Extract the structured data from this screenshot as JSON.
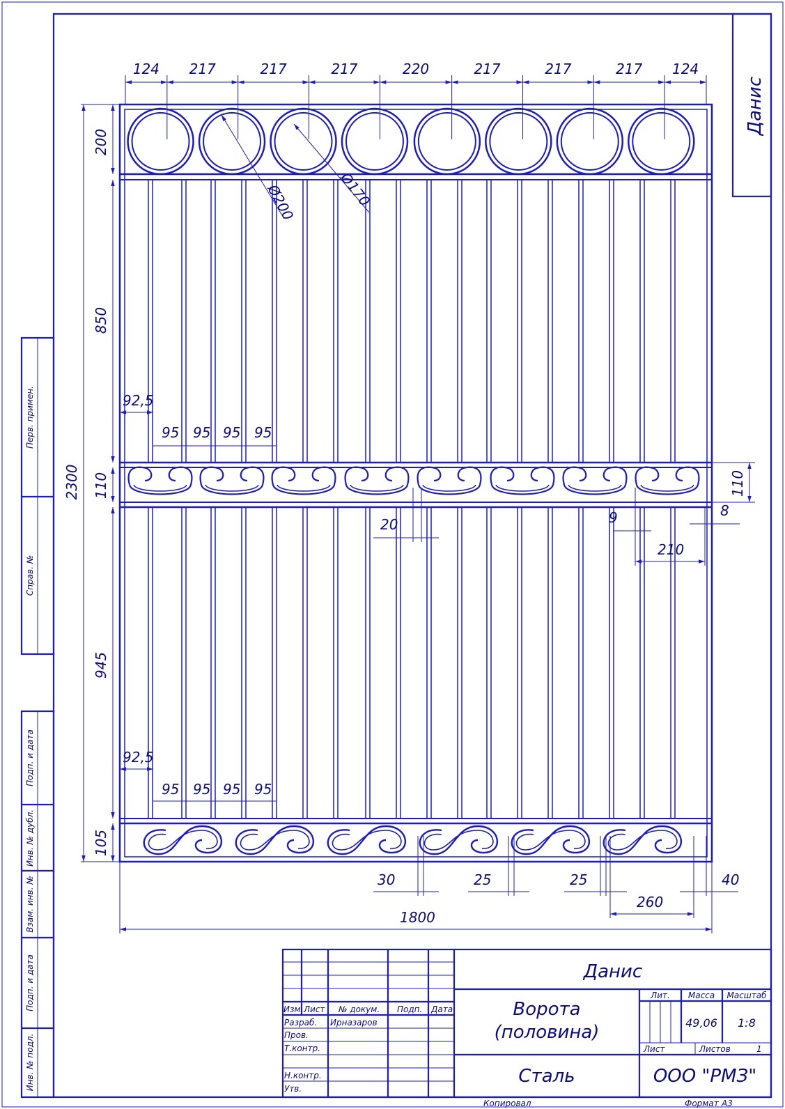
{
  "colors": {
    "line": "#1a1ad4",
    "text": "#0a0a8c",
    "paper": "#ffffff"
  },
  "top_dims": [
    "124",
    "217",
    "217",
    "217",
    "220",
    "217",
    "217",
    "217",
    "124"
  ],
  "dims": {
    "h_top": "200",
    "h_upper": "850",
    "h_mid_left": "110",
    "h_mid_right": "110",
    "h_lower": "945",
    "h_bottom": "105",
    "h_total": "2300",
    "ring_outer": "Ø200",
    "ring_inner": "Ø170",
    "upper_offset": "92,5",
    "upper_spacing": [
      "95",
      "95",
      "95",
      "95"
    ],
    "lower_offset": "92,5",
    "lower_spacing": [
      "95",
      "95",
      "95",
      "95"
    ],
    "mid_gap": "20",
    "mid_9": "9",
    "mid_8": "8",
    "mid_210": "210",
    "bot_30": "30",
    "bot_25a": "25",
    "bot_25b": "25",
    "bot_260": "260",
    "bot_40": "40",
    "width_total": "1800"
  },
  "corner_stamp": "Данис",
  "side_labels": {
    "perv": "Перв. примен.",
    "sprav": "Справ. №",
    "podp1": "Подп. и дата",
    "inv_dubl": "Инв. № дубл.",
    "vzam": "Взам. инв. №",
    "podp2": "Подп. и дата",
    "inv_podl": "Инв. № подл."
  },
  "title_block": {
    "designation": "Данис",
    "name_line1": "Ворота",
    "name_line2": "(половина)",
    "material": "Сталь",
    "company": "ООО \"РМЗ\"",
    "lit_label": "Лит.",
    "mass_label": "Масса",
    "scale_label": "Масштаб",
    "mass_value": "49,06",
    "scale_value": "1:8",
    "sheet_label": "Лист",
    "sheets_label": "Листов",
    "sheets_value": "1",
    "col_izm": "Изм.",
    "col_list": "Лист",
    "col_doc": "№ докум.",
    "col_podp": "Подп.",
    "col_date": "Дата",
    "row_razrab": "Разраб.",
    "razrab_name": "Ирназаров",
    "row_prov": "Пров.",
    "row_tkontr": "Т.контр.",
    "row_nkontr": "Н.контр.",
    "row_utv": "Утв."
  },
  "footer": {
    "copied": "Копировал",
    "format_label": "Формат",
    "format_value": "А3"
  }
}
